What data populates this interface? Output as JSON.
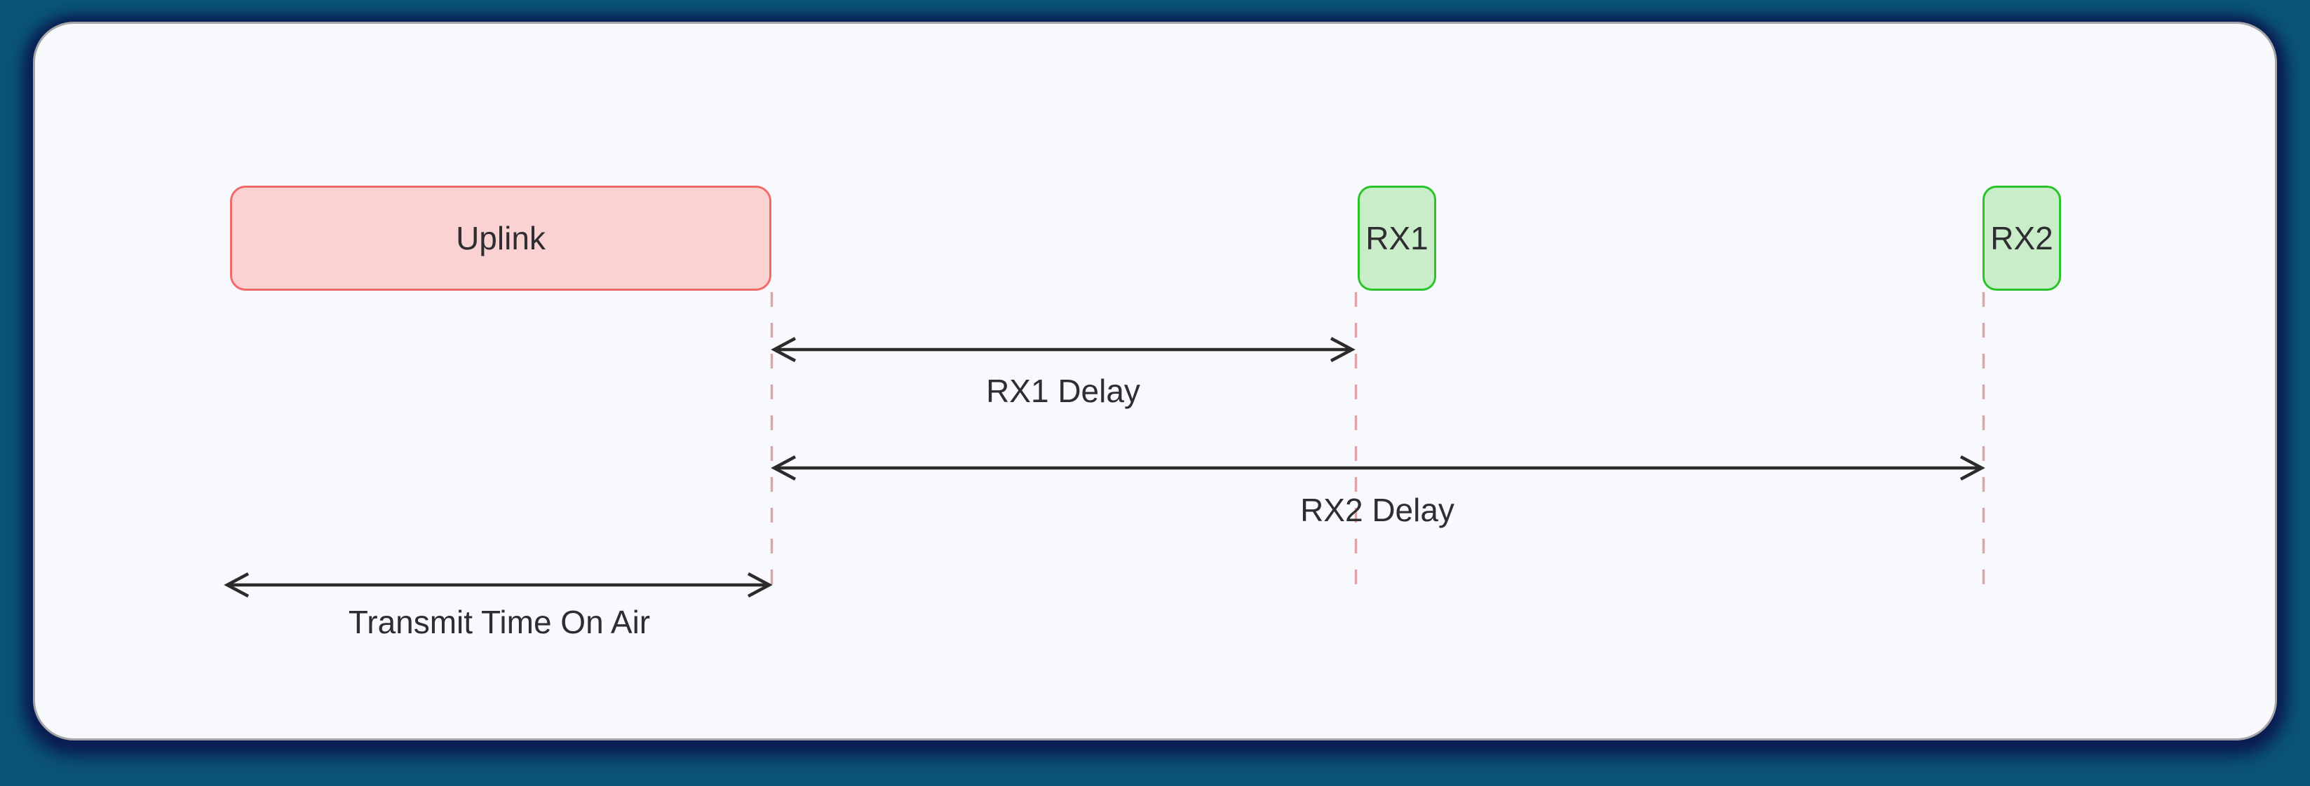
{
  "colors": {
    "outer_bg": "#0b5577",
    "shadow_navy": "#0a1d52",
    "panel_bg": "#f8f9fc",
    "panel_border": "#a6a6a8",
    "uplink_fill": "#fad2d2",
    "uplink_stroke": "#f06a6a",
    "rx_fill": "#c9edc9",
    "rx_stroke": "#2bc32b",
    "guide_dash": "#dda4a7",
    "arrow_ink": "#2b2b2b",
    "label_ink": "#2e2e32"
  },
  "diagram": {
    "nodes": {
      "uplink": {
        "label": "Uplink"
      },
      "rx1": {
        "label": "RX1"
      },
      "rx2": {
        "label": "RX2"
      }
    },
    "annotations": {
      "rx1_delay": {
        "label": "RX1 Delay"
      },
      "rx2_delay": {
        "label": "RX2 Delay"
      },
      "time_on_air": {
        "label": "Transmit Time On Air"
      }
    }
  }
}
